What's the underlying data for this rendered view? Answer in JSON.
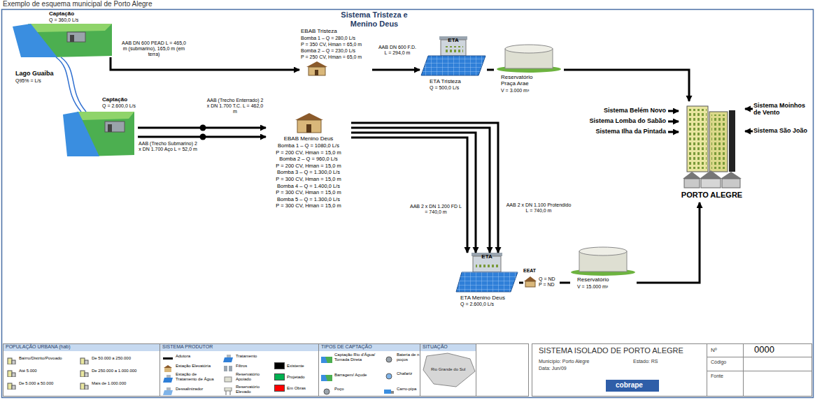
{
  "diagram": {
    "title": "Sistema Tristeza e Menino Deus",
    "nodes": [
      {
        "text": [
          "Captação",
          "Q = 360,0 L/s"
        ]
      },
      {
        "text": [
          "Lago Guaiba",
          "Q95% = L/s"
        ]
      },
      {
        "text": [
          "Captação",
          "Q = 2.600,0 L/s"
        ]
      },
      {
        "text": [
          "EBAB Tristeza",
          "Bomba 1 – Q = 280,0 L/s",
          "P = 350 CV, Hman = 65,0 m",
          "Bomba 2 – Q = 230,0 L/s",
          "P = 250 CV, Hman = 65,0 m"
        ]
      },
      {
        "text": [
          "ETA",
          "ETA Tristeza",
          "Q = 500,0 L/s"
        ]
      },
      {
        "text": [
          "Reservatório Praça Arae",
          "V = 3.000 m³"
        ]
      },
      {
        "text": [
          "EBAB Menino Deus",
          "Bomba 1 – Q = 1080,0 L/s",
          "P = 200 CV, Hman = 15,0 m",
          "Bomba 2 – Q = 960,0 L/s",
          "P = 200 CV, Hman = 15,0 m",
          "Bomba 3 – Q = 1.300,0 L/s",
          "P = 300 CV, Hman = 15,0 m",
          "Bomba 4 – Q = 1.400,0 L/s",
          "P = 300 CV, Hman = 15,0 m",
          "Bomba 5 – Q = 1.300,0 L/s",
          "P = 300 CV, Hman = 15,0 m"
        ]
      },
      {
        "text": [
          "ETA",
          "ETA Menino Deus",
          "Q = 2.600,0 L/s"
        ]
      },
      {
        "text": [
          "EEAT",
          "Q = ND P = ND"
        ]
      },
      {
        "text": [
          "Reservatório",
          "V = 15.000 m³"
        ]
      },
      {
        "text": [
          "PORTO ALEGRE"
        ]
      },
      {
        "text": [
          "Sistema Belém Novo"
        ]
      },
      {
        "text": [
          "Sistema Lomba do Sabão"
        ]
      },
      {
        "text": [
          "Sistema Ilha da Pintada"
        ]
      },
      {
        "text": [
          "Sistema Moinhos de Vento"
        ]
      },
      {
        "text": [
          "Sistema São João"
        ]
      }
    ],
    "edges": [
      {
        "from": 0,
        "to": 3,
        "arrow": "to",
        "label": "AAB DN 600 PEAD L = 465,0 m (submarino), 165,0 m (em terra)"
      },
      {
        "from": 3,
        "to": 4,
        "arrow": "to",
        "label": "AAB DN 600 F.D. L = 294,0 m"
      },
      {
        "from": 4,
        "to": 5,
        "arrow": "none"
      },
      {
        "from": 5,
        "to": 10,
        "arrow": "to"
      },
      {
        "from": 2,
        "to": 6,
        "arrow": "to",
        "label": "AAB (Trecho Submarino) 2 x DN 1.700 Aço L = 52,0 m"
      },
      {
        "from": 2,
        "to": 6,
        "arrow": "to",
        "label": "AAB (Trecho Enterrado) 2 x DN 1.700 T.C. L = 462,0 m"
      },
      {
        "from": 6,
        "to": 7,
        "arrow": "to",
        "label": "AAB 2 x DN 1.200 FD L = 740,0 m"
      },
      {
        "from": 6,
        "to": 7,
        "arrow": "to"
      },
      {
        "from": 6,
        "to": 7,
        "arrow": "to",
        "label": "AAB 2 x DN 1.100 Protendido L = 740,0 m"
      },
      {
        "from": 6,
        "to": 7,
        "arrow": "to"
      },
      {
        "from": 7,
        "to": 8,
        "arrow": "none"
      },
      {
        "from": 8,
        "to": 9,
        "arrow": "none"
      },
      {
        "from": 9,
        "to": 10,
        "arrow": "to"
      },
      {
        "from": 11,
        "to": 10,
        "arrow": "to"
      },
      {
        "from": 12,
        "to": 10,
        "arrow": "to"
      },
      {
        "from": 13,
        "to": 10,
        "arrow": "to"
      },
      {
        "from": 14,
        "to": 10,
        "arrow": "to"
      },
      {
        "from": 15,
        "to": 10,
        "arrow": "to"
      }
    ],
    "labels": [
      "Exemplo de esquema municipal de Porto Alegre",
      "POPULAÇÃO URBANA (hab)",
      "SISTEMA PRODUTOR",
      "TIPOS DE CAPTAÇÃO",
      "SITUAÇÃO",
      "Rio Grande do Sul",
      "SISTEMA ISOLADO DE PORTO ALEGRE",
      "Nº",
      "0000",
      "Município: Porto Alegre",
      "Estado: RS",
      "Data: Jun/09",
      "Código",
      "Fonte",
      "cobrape"
    ],
    "legend": [
      {
        "text": "Bairro/Distrito/Povoado"
      },
      {
        "text": "De 50.000 a 250.000"
      },
      {
        "text": "Até 5.000"
      },
      {
        "text": "De 250.000 a 1.000.000"
      },
      {
        "text": "De 5.000 a 50.000"
      },
      {
        "text": "Mais de 1.000.000"
      },
      {
        "text": "Adutora"
      },
      {
        "text": "Tratamento"
      },
      {
        "text": "Estação Elevatória"
      },
      {
        "text": "Filtros"
      },
      {
        "text": "Existente",
        "color": "#000000"
      },
      {
        "text": "Estação de Tratamento de Água"
      },
      {
        "text": "Reservatório Apoiado"
      },
      {
        "text": "Projetado",
        "color": "#00b050"
      },
      {
        "text": "Dessalinizador"
      },
      {
        "text": "Reservatório Elevado"
      },
      {
        "text": "Em Obras",
        "color": "#ff0000"
      },
      {
        "text": "Captação Rio d'Água/ Tomada Direta"
      },
      {
        "text": "Bateria de n poços"
      },
      {
        "text": "Chafariz"
      },
      {
        "text": "Barragem/ Açude"
      },
      {
        "text": "Poço"
      },
      {
        "text": "Carro-pipa"
      }
    ]
  }
}
